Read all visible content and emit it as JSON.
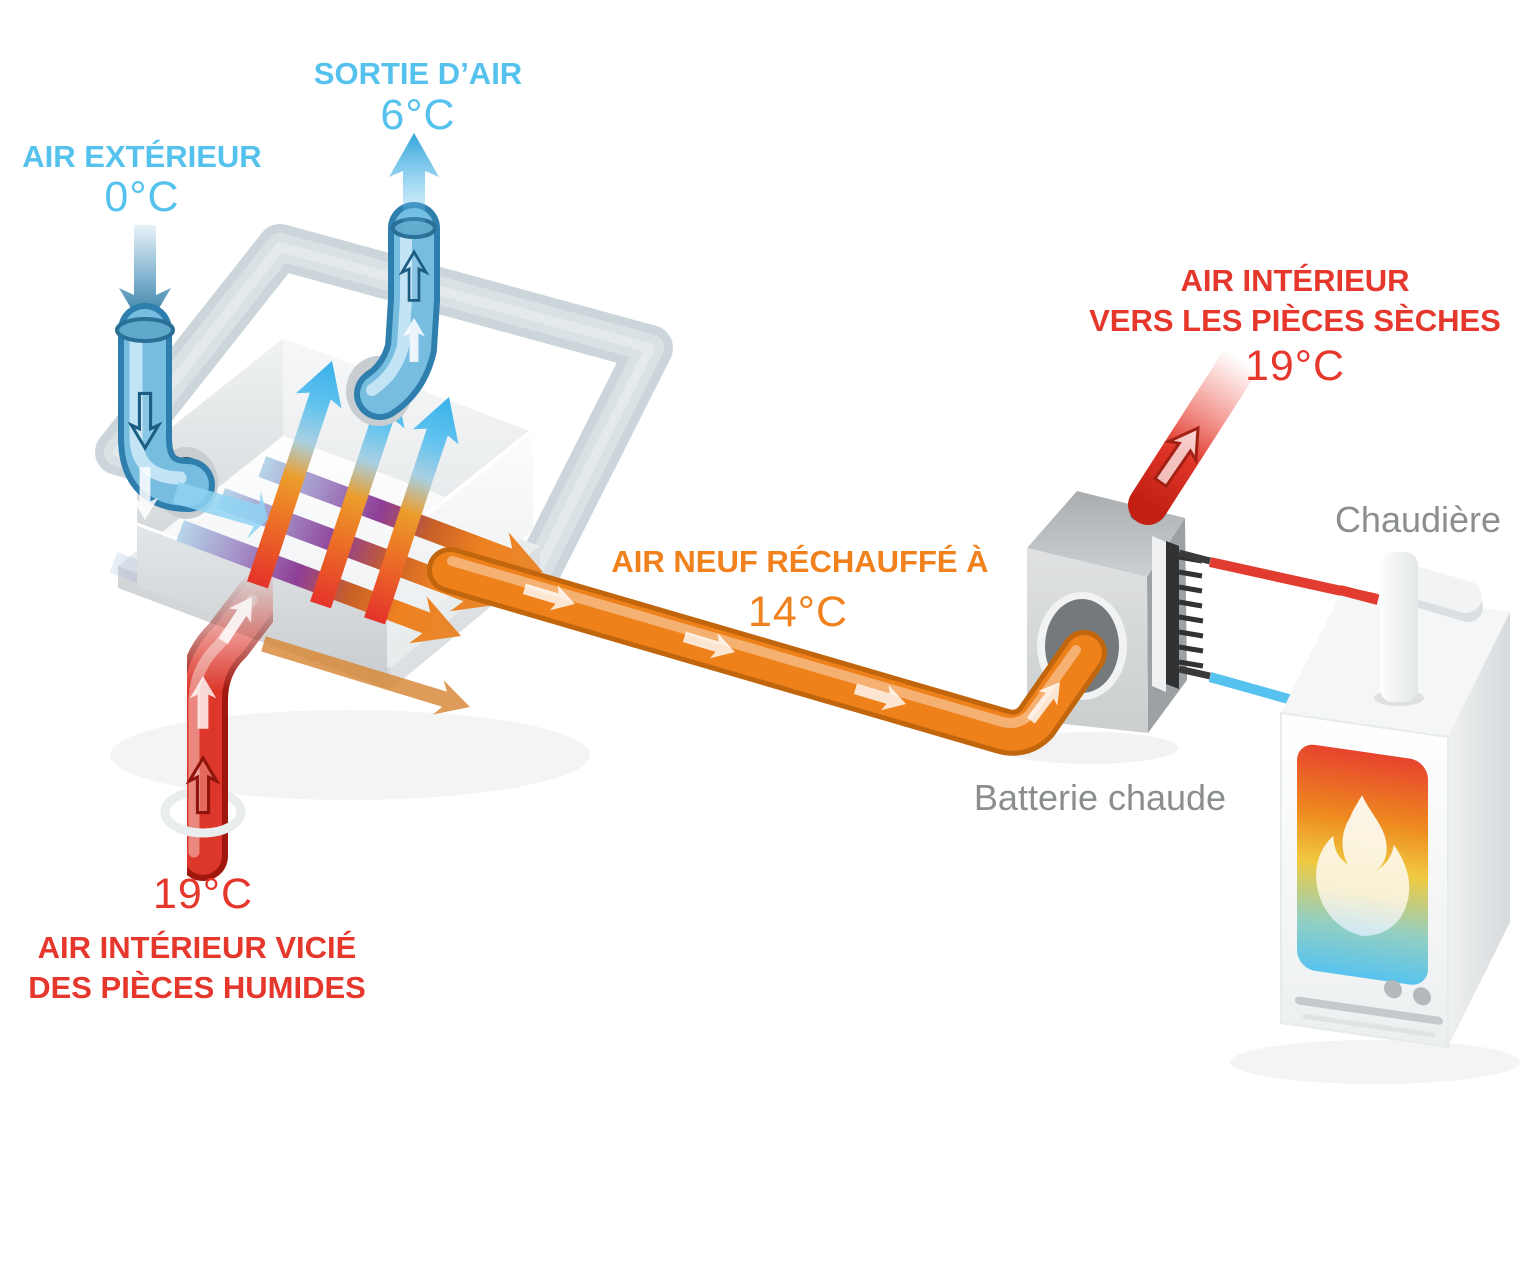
{
  "labels": {
    "air_exterieur": {
      "title": "AIR EXTÉRIEUR",
      "temp": "0°C"
    },
    "sortie_air": {
      "title": "SORTIE D’AIR",
      "temp": "6°C"
    },
    "air_interieur_sec": {
      "title": "AIR INTÉRIEUR",
      "subtitle": "VERS LES PIÈCES SÈCHES",
      "temp": "19°C"
    },
    "air_neuf": {
      "title": "AIR NEUF RÉCHAUFFÉ À",
      "temp": "14°C"
    },
    "air_vicie": {
      "temp": "19°C",
      "title": "AIR INTÉRIEUR VICIÉ",
      "subtitle": "DES PIÈCES HUMIDES"
    },
    "batterie_chaude": {
      "title": "Batterie chaude"
    },
    "chaudiere": {
      "title": "Chaudière"
    }
  },
  "colors": {
    "cold_air_blue": "#55c2ee",
    "stale_air_red": "#e6372d",
    "heated_air_orange": "#f0811c",
    "equipment_label_gray": "#8b8e90",
    "duct_gray": "#ccd6da",
    "exchange_purple": "#8e3e97"
  }
}
